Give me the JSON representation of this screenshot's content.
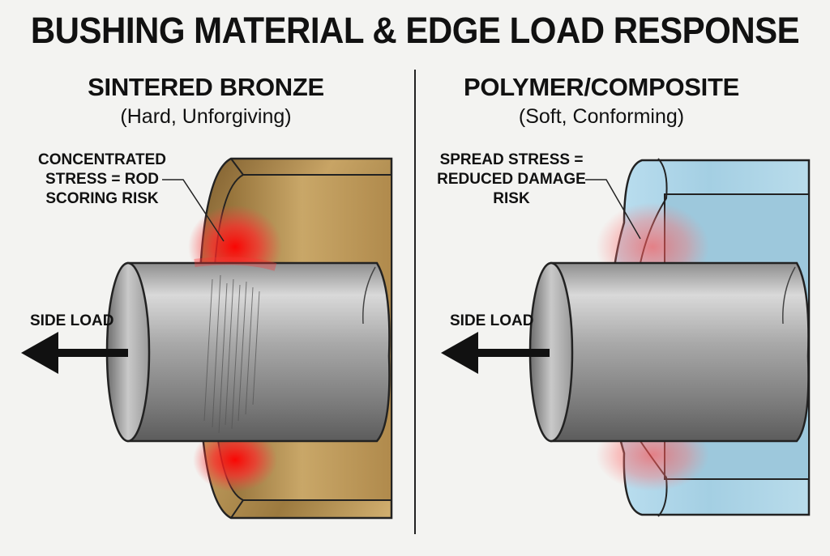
{
  "title": "BUSHING MATERIAL & EDGE LOAD RESPONSE",
  "panels": [
    {
      "heading": "SINTERED BRONZE",
      "subheading": "(Hard, Unforgiving)",
      "note": "CONCENTRATED STRESS = ROD SCORING RISK",
      "load_label": "SIDE LOAD",
      "bushing_color": "#b8904a",
      "stress_color": "#ff2020"
    },
    {
      "heading": "POLYMER/COMPOSITE",
      "subheading": "(Soft, Conforming)",
      "note": "SPREAD STRESS = REDUCED DAMAGE RISK",
      "load_label": "SIDE LOAD",
      "bushing_color": "#a9d4e6",
      "stress_color": "#ff6a6a"
    }
  ]
}
